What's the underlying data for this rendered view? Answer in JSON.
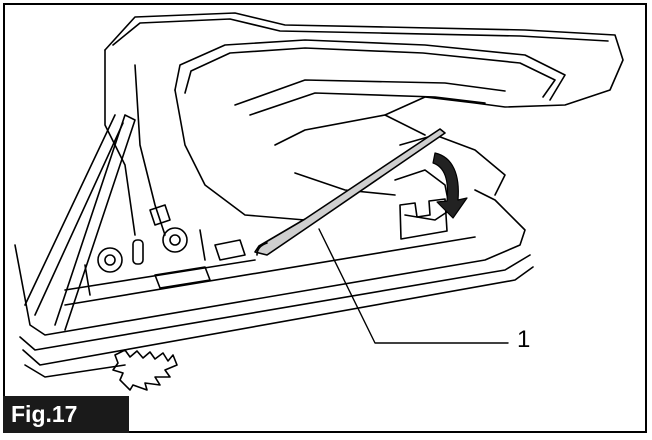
{
  "figure": {
    "label": "Fig.17",
    "callouts": [
      {
        "number": "1",
        "part": "hex-wrench"
      }
    ],
    "icons": [
      "hex-wrench-icon",
      "rotation-arrow-icon",
      "jig-saw-icon"
    ],
    "colors": {
      "ink": "#000000",
      "label_bg": "#1a1a1a",
      "label_text": "#ffffff",
      "wrench_fill": "#cfcfcf"
    }
  }
}
